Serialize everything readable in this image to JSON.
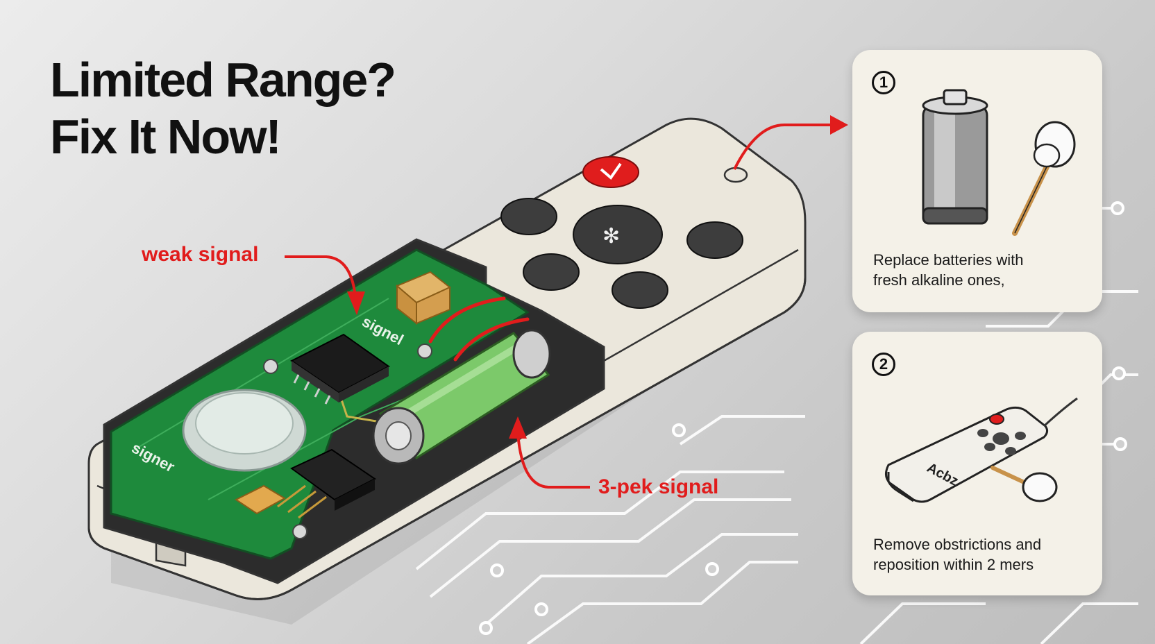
{
  "headline": {
    "line1": "Limited Range?",
    "line2": "Fix It Now!"
  },
  "callouts": {
    "weak": "weak signal",
    "peak": "3-pek signal"
  },
  "pcb_labels": {
    "top": "signel",
    "bottom": "signer"
  },
  "steps": [
    {
      "number": "1",
      "text_line1": "Replace batteries with",
      "text_line2": "fresh alkaline ones,"
    },
    {
      "number": "2",
      "text_line1": "Remove obstrictions and",
      "text_line2": "reposition within 2 mers",
      "remote_label": "Acbz"
    }
  ],
  "colors": {
    "accent_red": "#e11c1c",
    "pcb_green": "#1e8a3c",
    "battery_green": "#7cc96a",
    "remote_body": "#efece3",
    "button_dark": "#3d3d3d",
    "card_bg": "#f4f1e8"
  },
  "icons": [
    "battery-icon",
    "cotton-swab-icon",
    "remote-icon",
    "circuit-traces"
  ]
}
